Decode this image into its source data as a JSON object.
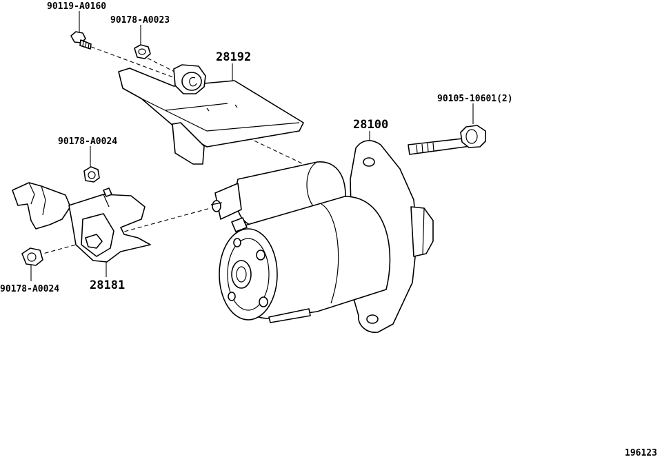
{
  "parts": {
    "bolt_top": "90119-A0160",
    "nut_top": "90178-A0023",
    "heat_insulator": "28192",
    "bolt_right": "90105-10601(2)",
    "starter_assy": "28100",
    "nut_left_top": "90178-A0024",
    "nut_left_bottom": "90178-A0024",
    "bracket": "28181"
  },
  "diagram_id": "196123"
}
